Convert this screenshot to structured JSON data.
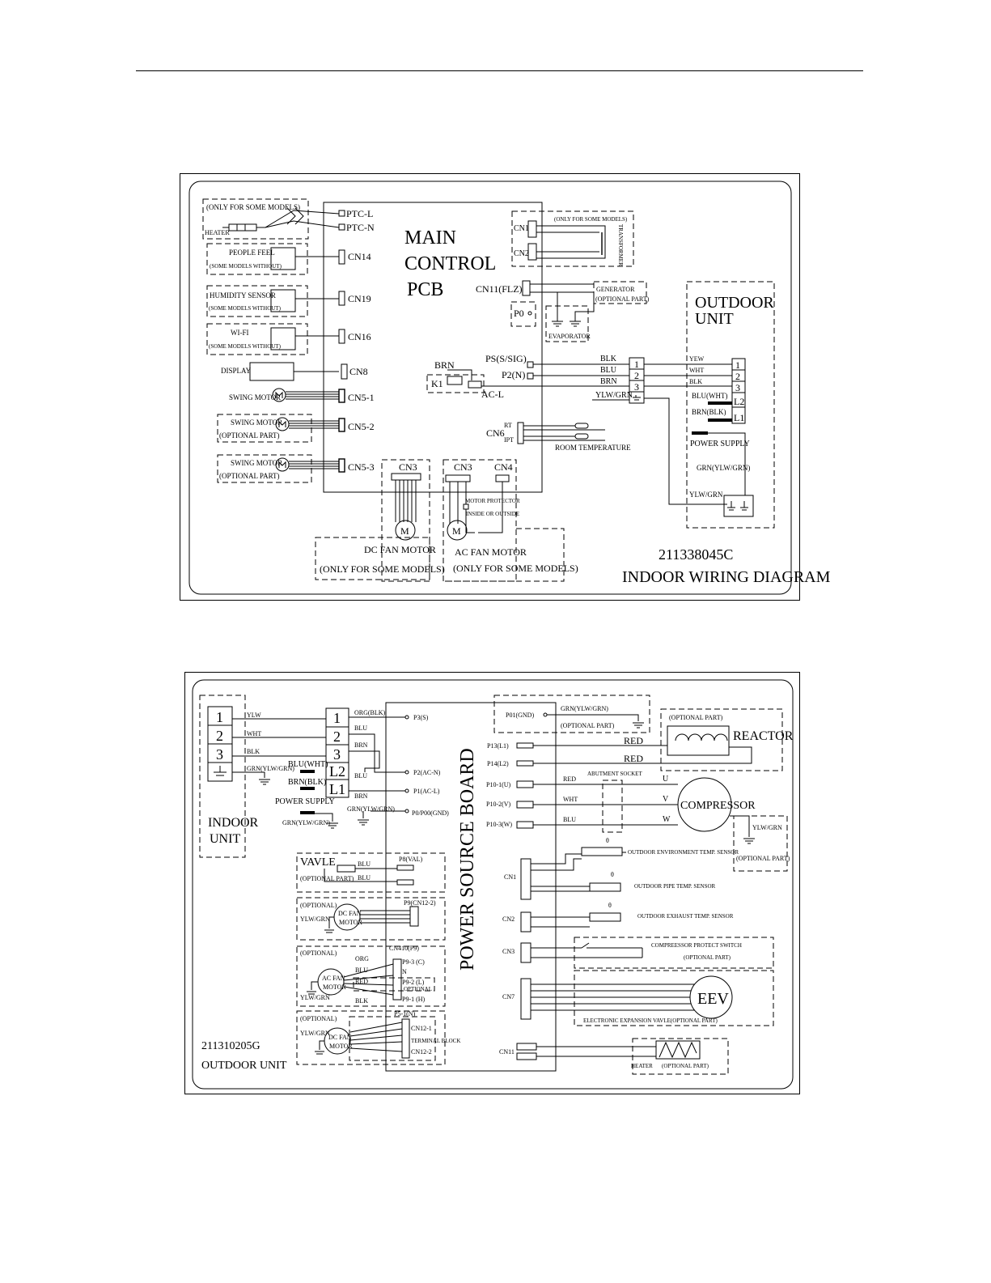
{
  "indoor": {
    "pcb_title": [
      "MAIN",
      "CONTROL",
      "PCB"
    ],
    "only_some_models": "(ONLY FOR SOME MODELS)",
    "heater": "HEATER",
    "ptc_l": "PTC-L",
    "ptc_n": "PTC-N",
    "people_feel": "PEOPLE FEEL",
    "some_models_without": "(SOME MODELS WITHOUT)",
    "humidity_sensor": "HUMIDITY SENSOR",
    "wifi": "WI-FI",
    "display": "DISPLAY",
    "swing_motor": "SWING MOTOR",
    "optional_part": "(OPTIONAL PART)",
    "cn14": "CN14",
    "cn19": "CN19",
    "cn16": "CN16",
    "cn8": "CN8",
    "cn5_1": "CN5-1",
    "cn5_2": "CN5-2",
    "cn5_3": "CN5-3",
    "cn1": "CN1",
    "cn2": "CN2",
    "cn3": "CN3",
    "cn4": "CN4",
    "cn6": "CN6",
    "only_some_models_small": "(ONLY FOR SOME MODELS)",
    "transformer": "TRANSFORMER",
    "cn11": "CN11(FLZ)",
    "generator": "GENERATOR",
    "optional_part_small": "(OPTIONAL PART)",
    "p0": "P0",
    "evaporator": "EVAPORATOR",
    "ps_sig": "PS(S/SIG)",
    "p2_n": "P2(N)",
    "brn": "BRN",
    "k1": "K1",
    "ac_l": "AC-L",
    "rt": "RT",
    "ipt": "IPT",
    "room_temperature": "ROOM TEMPERATURE",
    "wire_colors_left": [
      "BLK",
      "BLU",
      "BRN",
      "YLW/GRN"
    ],
    "terminal_nums": [
      "1",
      "2",
      "3"
    ],
    "outdoor_unit": [
      "OUTDOOR",
      "UNIT"
    ],
    "wire_colors_right": [
      "YEW",
      "WHT",
      "BLK"
    ],
    "blu_wht": "BLU(WHT)",
    "brn_blk": "BRN(BLK)",
    "l2": "L2",
    "l1": "L1",
    "power_supply": "POWER SUPPLY",
    "grn_ylw_grn": "GRN(YLW/GRN)",
    "ylw_grn": "YLW/GRN",
    "dc_fan_motor": "DC FAN MOTOR",
    "ac_fan_motor": "AC FAN MOTOR",
    "only_some_models_fan": "(ONLY FOR SOME MODELS)",
    "motor_protector": "MOTOR PROTECTOR",
    "inside_or_outside": "INSIDE OR OUTSIDE",
    "code": "211338045C",
    "diagram_title": "INDOOR WIRING DIAGRAM",
    "motor_symbol": "M"
  },
  "outdoor": {
    "board_title": "POWER SOURCE BOARD",
    "indoor_unit": [
      "INDOOR",
      "UNIT"
    ],
    "terminal_nums": [
      "1",
      "2",
      "3"
    ],
    "terminal_right": [
      "1",
      "2",
      "3",
      "L2",
      "L1"
    ],
    "ylw": "YLW",
    "wht": "WHT",
    "blk": "BLK",
    "grn_ylw_grn": "GRN(YLW/GRN)",
    "blu_wht": "BLU(WHT)",
    "brn_blk": "BRN(BLK)",
    "power_supply": "POWER SUPPLY",
    "org_blk": "ORG(BLK)",
    "blu": "BLU",
    "brn": "BRN",
    "p3_s": "P3(S)",
    "p2_acn": "P2(AC-N)",
    "p1_acl": "P1(AC-L)",
    "p0_p00": "P0/P00(GND)",
    "vavle": "VAVLE",
    "optional_part": "(OPTIONAL PART)",
    "p8_val": "P8(VAL)",
    "optional": "(OPTIONAL)",
    "dc_fan_motor": [
      "DC FAN",
      "MOTOR"
    ],
    "ac_fan_motor": [
      "AC FAN",
      "MOTOR"
    ],
    "p9_cn12_2": "P9(CN12-2)",
    "cn410": "CN410(P9)",
    "p9_3": "P9-3 (C)",
    "p9_2": "P9-2 (L)",
    "p9_1": "P9-1 (H)",
    "n": "N",
    "optional_small": "OPTIONAL",
    "org": "ORG",
    "red_small": "RED",
    "p5_1": "P5-1(N)",
    "cn12_1": "CN12-1",
    "cn12_2": "CN12-2",
    "terminal_block": "TERMINAL BLOCK",
    "code": "211310205G",
    "unit_title": "OUTDOOR UNIT",
    "p01_gnd": "P01(GND)",
    "grn_ylw_grn_2": "GRN(YLW/GRN)",
    "p13": "P13(L1)",
    "p14": "P14(L2)",
    "red": "RED",
    "reactor": "REACTOR",
    "optional_part_reactor": "(OPTIONAL PART)",
    "abutment_socket": "ABUTMENT SOCKET",
    "p10_1": "P10-1(U)",
    "p10_2": "P10-2(V)",
    "p10_3": "P10-3(W)",
    "uvw": [
      "U",
      "V",
      "W"
    ],
    "compressor": "COMPRESSOR",
    "ylw_grn": "YLW/GRN",
    "optional_part_comp": "(OPTIONAL PART)",
    "cn1": "CN1",
    "cn2": "CN2",
    "cn3": "CN3",
    "cn7": "CN7",
    "cn11": "CN11",
    "theta": "θ",
    "sensor_env": "OUTDOOR ENVIRONMENT TEMP. SENSOR",
    "sensor_pipe": "OUTDOOR PIPE TEMP. SENSOR",
    "sensor_exhaust": "OUTDOOR EXHAUST TEMP. SENSOR",
    "comp_switch": "COMPREESSOR PROTECT SWITCH",
    "optional_part_switch": "(OPTIONAL PART)",
    "eev": "EEV",
    "eev_label": "ELECTRONIC EXPANSION VAVLE(OPTIONAL PART)",
    "heater": "HEATER",
    "optional_part_heater": "(OPTIONAL PART)"
  }
}
